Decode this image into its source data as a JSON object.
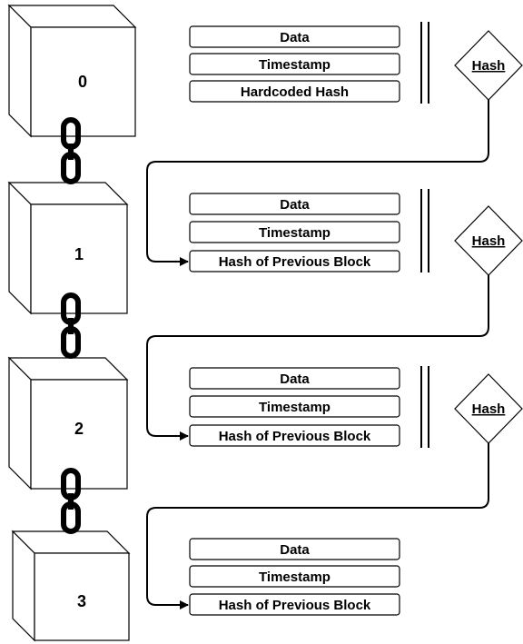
{
  "blocks": [
    {
      "label": "0",
      "fields": [
        "Data",
        "Timestamp",
        "Hardcoded Hash"
      ]
    },
    {
      "label": "1",
      "fields": [
        "Data",
        "Timestamp",
        "Hash of Previous Block"
      ]
    },
    {
      "label": "2",
      "fields": [
        "Data",
        "Timestamp",
        "Hash of Previous Block"
      ]
    },
    {
      "label": "3",
      "fields": [
        "Data",
        "Timestamp",
        "Hash of Previous Block"
      ]
    }
  ],
  "hash_nodes": [
    "Hash",
    "Hash",
    "Hash"
  ]
}
